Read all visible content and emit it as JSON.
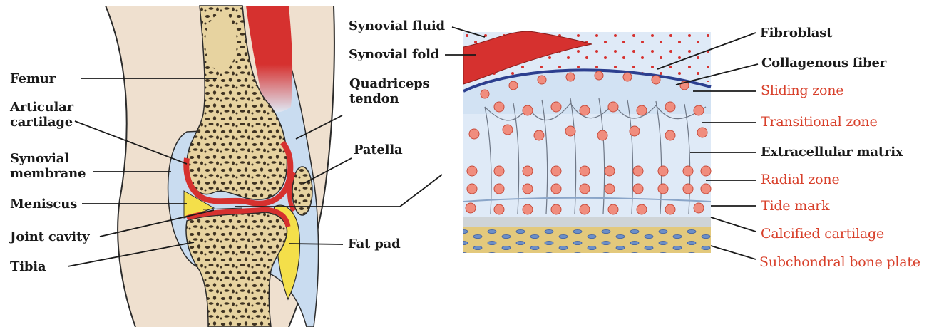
{
  "knee_labels": {
    "femur": "Femur",
    "articular_cartilage": "Articular\ncartilage",
    "synovial_membrane": "Synovial\nmembrane",
    "meniscus": "Meniscus",
    "joint_cavity": "Joint cavity",
    "tibia": "Tibia",
    "quadriceps_tendon": "Quadriceps\ntendon",
    "patella": "Patella",
    "fat_pad": "Fat pad"
  },
  "cartilage_labels": {
    "synovial_fluid": "Synovial fluid",
    "synovial_fold": "Synovial fold",
    "fibroblast": "Fibroblast",
    "collagenous_fiber": "Collagenous fiber",
    "sliding_zone": "Sliding zone",
    "transitional_zone": "Transitional zone",
    "extracellular_matrix": "Extracellular matrix",
    "radial_zone": "Radial zone",
    "tide_mark": "Tide mark",
    "calcified_cartilage": "Calcified cartilage",
    "subchondral_bone_plate": "Subchondral bone plate"
  },
  "colors": {
    "bone": "#e7d3a0",
    "bone_dark": "#3f3322",
    "cartilage_red": "#d6312f",
    "skin": "#efe0cf",
    "capsule": "#c9dcf0",
    "fat": "#f4df4a",
    "cartilage_bg": "#dfeaf7",
    "cell": "#f08d7e",
    "red_label": "#d8402b"
  }
}
